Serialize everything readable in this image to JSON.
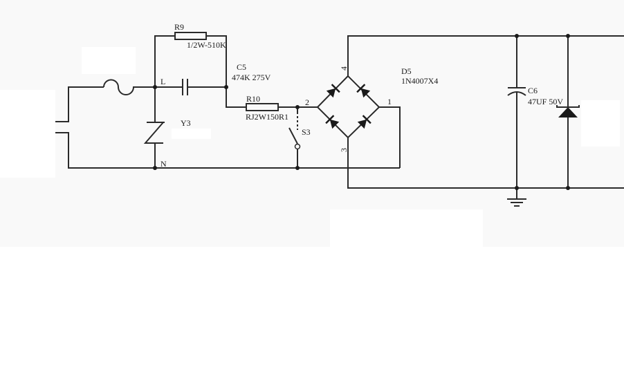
{
  "components": {
    "r9": {
      "ref": "R9",
      "value": "1/2W-510K"
    },
    "c5": {
      "ref": "C5",
      "value": "474K 275V"
    },
    "y3": {
      "ref": "Y3"
    },
    "r10": {
      "ref": "R10",
      "value": "RJ2W150R1"
    },
    "s3": {
      "ref": "S3"
    },
    "d5": {
      "ref": "D5",
      "value": "1N4007X4"
    },
    "c6": {
      "ref": "C6",
      "value": "47UF 50V"
    }
  },
  "nets": {
    "line": "L",
    "neutral": "N"
  },
  "bridge_pins": {
    "p1": "1",
    "p2": "2",
    "p3": "3",
    "p4": "4"
  },
  "colors": {
    "wire": "#2a2a2a",
    "background": "#f9f9f9"
  }
}
